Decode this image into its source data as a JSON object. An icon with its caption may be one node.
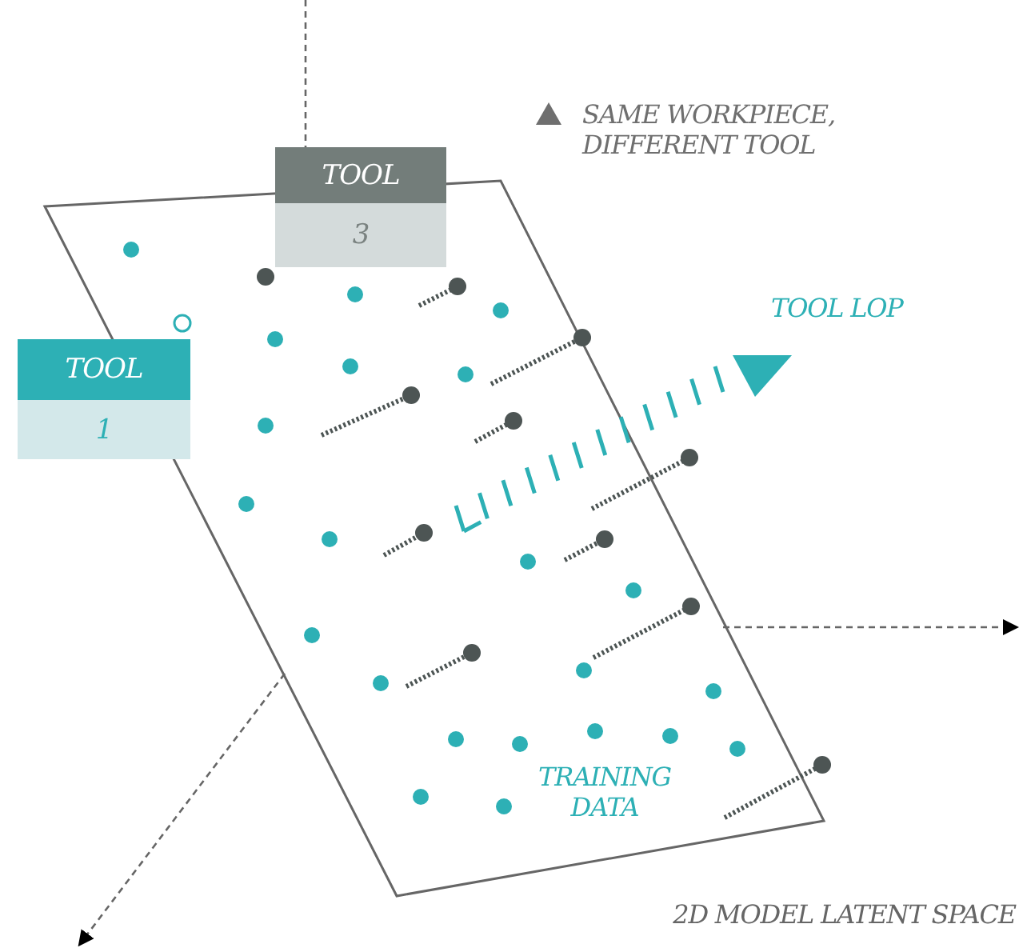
{
  "diagram": {
    "nodes": [
      {
        "text": [
          "TOOL",
          "3"
        ]
      },
      {
        "text": [
          "TOOL",
          "1"
        ]
      }
    ],
    "labels": [
      "TOOL LOP",
      "TRAINING DATA",
      "2D MODEL LATENT SPACE"
    ],
    "legend": [
      {
        "text": "SAME WORKPIECE, DIFFERENT TOOL",
        "color": "#6f6f6f"
      }
    ]
  }
}
